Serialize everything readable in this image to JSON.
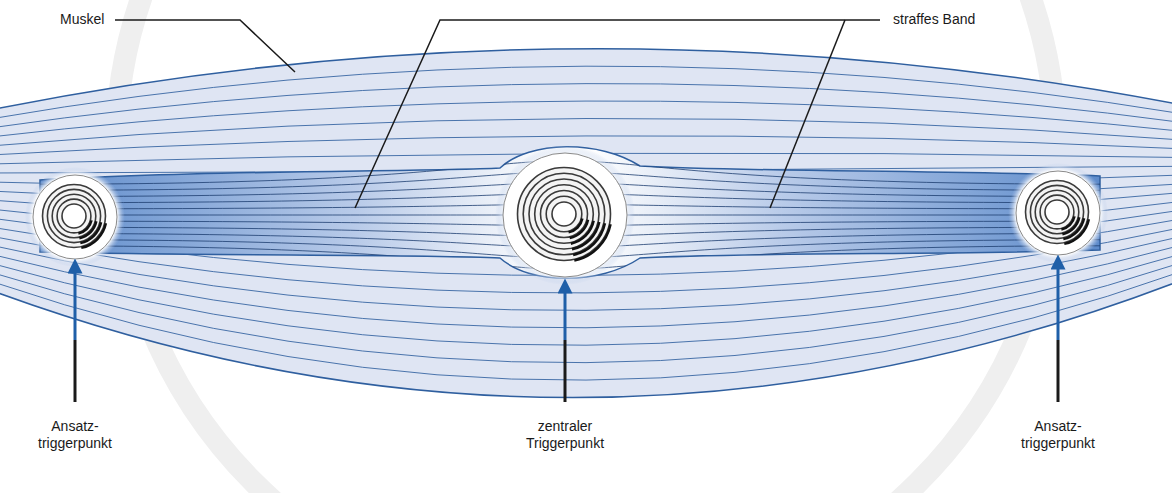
{
  "diagram": {
    "labels": [
      "Muskel",
      "straffes Band",
      "Ansatz- triggerpunkt",
      "zentraler Triggerpunkt",
      "Ansatz- triggerpunkt"
    ]
  }
}
